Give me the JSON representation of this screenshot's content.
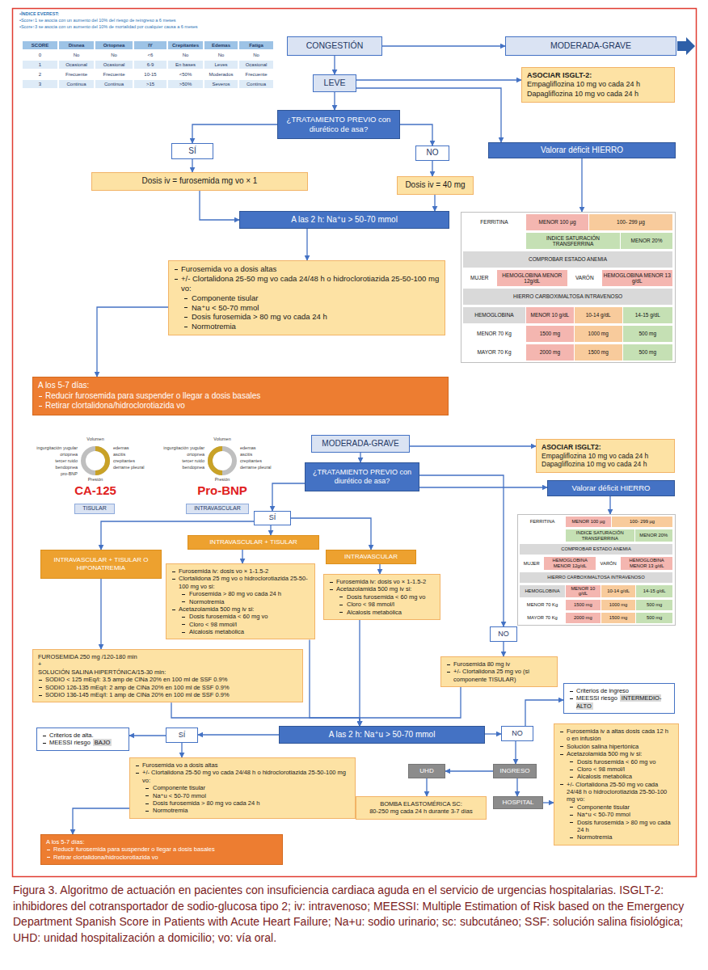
{
  "diagram": {
    "caption": "Figura 3. Algoritmo de actuación en pacientes con insuficiencia cardiaca aguda en el servicio de urgencias hospitalarias. ISGLT-2: inhibidores del cotransportador de sodio-glucosa tipo 2; iv: intravenoso; MEESSI: Multiple Estimation of Risk based on the Emergency Department Spanish Score in Patients with Acute Heart Failure; Na+u: sodio urinario; sc: subcutáneo; SSF: solución salina fisiológica; UHD: unidad hospitalización a domicilio; vo: vía oral.",
    "nodes": [
      {
        "text": [
          "CONGESTIÓN"
        ]
      },
      {
        "text": [
          "MODERADA-GRAVE"
        ]
      },
      {
        "text": [
          "LEVE"
        ]
      },
      {
        "text": [
          "ASOCIAR ISGLT-2:",
          "Empagliflozina 10 mg vo cada 24 h",
          "Dapagliflozina 10 mg vo cada 24 h"
        ]
      },
      {
        "text": [
          "¿TRATAMIENTO PREVIO con diurético de asa?"
        ]
      },
      {
        "text": [
          "SÍ"
        ]
      },
      {
        "text": [
          "NO"
        ]
      },
      {
        "text": [
          "Valorar déficit HIERRO"
        ]
      },
      {
        "text": [
          "Dosis iv = furosemida mg vo × 1"
        ]
      },
      {
        "text": [
          "Dosis iv = 40 mg"
        ]
      },
      {
        "text": [
          "FERRITINA",
          "MENOR 100 µg",
          "100- 299 µg",
          "INDICE SATURACIÓN TRANSFERRINA",
          "MENOR 20%",
          "COMPROBAR ESTADO ANEMIA",
          "MUJER",
          "HEMOGLOBINA MENOR 12g/dL",
          "VARÓN",
          "HEMOGLOBINA MENOR 13 g/dL",
          "HIERRO CARBOXIMALTOSA INTRAVENOSO",
          "HEMOGLOBINA",
          "MENOR 10 g/dL",
          "10-14 g/dL",
          "14-15 g/dL",
          "MENOR 70 Kg",
          "1500 mg",
          "1000 mg",
          "500 mg",
          "MAYOR 70 Kg",
          "2000 mg",
          "1500 mg",
          "500 mg"
        ]
      },
      {
        "text": [
          "A las 2 h: Na⁺u > 50-70 mmol"
        ]
      },
      {
        "text": [
          "Furosemida vo a dosis altas",
          "+/- Clortalidona 25-50 mg vo cada 24/48 h o hidroclorotiazida 25-50-100 mg vo:",
          "Componente tisular",
          "Na⁺u < 50-70 mmol",
          "Dosis furosemida > 80 mg vo cada 24 h",
          "Normotremia"
        ]
      },
      {
        "text": [
          "A los 5-7 días:",
          "Reducir furosemida para suspender o llegar a dosis basales",
          "Retirar clortalidona/hidroclorotiazida vo"
        ]
      },
      {
        "text": [
          "MODERADA-GRAVE"
        ]
      },
      {
        "text": [
          "ASOCIAR ISGLT2:",
          "Empagliflozina 10 mg vo cada 24 h",
          "Dapagliflozina 10 mg vo cada 24 h"
        ]
      },
      {
        "text": [
          "TISULAR"
        ]
      },
      {
        "text": [
          "INTRAVASCULAR"
        ]
      },
      {
        "text": [
          "¿TRATAMIENTO PREVIO con diurético de asa?"
        ]
      },
      {
        "text": [
          "Valorar déficit HIERRO"
        ]
      },
      {
        "text": [
          "FERRITINA",
          "MENOR 100 µg",
          "100- 299 µg",
          "INDICE SATURACIÓN TRANSFERRINA",
          "MENOR 20%",
          "COMPROBAR ESTADO ANEMIA",
          "MUJER",
          "HEMOGLOBINA MENOR 12g/dL",
          "VARÓN",
          "HEMOGLOBINA MENOR 13 g/dL",
          "HIERRO CARBOXIMALTOSA INTRAVENOSO",
          "HEMOGLOBINA",
          "MENOR 10 g/dL",
          "10-14 g/dL",
          "14-15 g/dL",
          "MENOR 70 Kg",
          "1500 mg",
          "1000 mg",
          "500 mg",
          "MAYOR 70 Kg",
          "2000 mg",
          "1500 mg",
          "500 mg"
        ]
      },
      {
        "text": [
          "SÍ"
        ]
      },
      {
        "text": [
          "INTRAVASCULAR + TISULAR"
        ]
      },
      {
        "text": [
          "INTRAVASCULAR + TISULAR O HIPONATREMIA"
        ]
      },
      {
        "text": [
          "INTRAVASCULAR"
        ]
      },
      {
        "text": [
          "Furosemida iv: dosis vo × 1-1.5-2",
          "Clortalidona 25 mg vo o hidroclorotiazida 25-50-100 mg vo si:",
          "Furosemida > 80 mg vo cada 24 h",
          "Normotremia",
          "Acetazolamida 500 mg iv si:",
          "Dosis furosemida < 60 mg vo",
          "Cloro < 98 mmol/l",
          "Alcalosis metabólica"
        ]
      },
      {
        "text": [
          "Furosemida iv: dosis vo × 1-1.5-2",
          "Acetazolamida 500 mg iv si:",
          "Dosis furosemida < 60 mg vo",
          "Cloro < 98 mmol/l",
          "Alcalosis metabólica"
        ]
      },
      {
        "text": [
          "NO"
        ]
      },
      {
        "text": [
          "FUROSEMIDA 250 mg /120-180 min",
          "+",
          "SOLUCIÓN SALINA HIPERTÓNICA/15-30 min:",
          "SODIO < 125 mEq/l: 3.5 amp de ClNa 20% en 100 ml de SSF 0.9%",
          "SODIO 126-135 mEq/l: 2 amp de ClNa 20% en 100 ml de SSF 0.9%",
          "SODIO 136-145 mEq/l: 1 amp de ClNa 20% en 100 ml de SSF 0.9%"
        ]
      },
      {
        "text": [
          "Furosemida 80 mg iv",
          "+/- Clortalidona 25 mg vo (si componente TISULAR)"
        ]
      },
      {
        "text": [
          "Criterios de ingreso",
          "MEESSI riesgo",
          "INTERMEDIO-ALTO"
        ]
      },
      {
        "text": [
          "A las 2 h: Na⁺u > 50-70 mmol"
        ]
      },
      {
        "text": [
          "Criterios de alta.",
          "MEESSI riesgo",
          "BAJO"
        ]
      },
      {
        "text": [
          "SÍ"
        ]
      },
      {
        "text": [
          "NO"
        ]
      },
      {
        "text": [
          "Furosemida vo a dosis altas",
          "+/- Clortalidona 25-50 mg vo cada 24/48 h o hidroclorotiazida 25-50-100 mg vo:",
          "Componente tisular",
          "Na⁺u < 50-70 mmol",
          "Dosis furosemida > 80 mg vo cada 24 h",
          "Normotremia"
        ]
      },
      {
        "text": [
          "UHD"
        ]
      },
      {
        "text": [
          "INGRESO"
        ]
      },
      {
        "text": [
          "Furosemida iv a altas dosis cada 12 h o en infusión",
          "Solución salina hipertónica",
          "Acetazolamida 500 mg iv si:",
          "Dosis furosemida < 60 mg vo",
          "Cloro < 98 mmol/l",
          "Alcalosis metabólica",
          "+/- Clortalidona 25-50 mg vo cada 24/48 h o hidroclorotiazida 25-50-100 mg vo:",
          "Componente tisular",
          "Na⁺u < 50-70 mmol",
          "Dosis furosemida > 80 mg vo cada 24 h",
          "Normotremia"
        ]
      },
      {
        "text": [
          "HOSPITAL"
        ]
      },
      {
        "text": [
          "BOMBA ELASTOMÉRICA SC:",
          "80-250 mg cada 24 h durante 3-7 días"
        ]
      },
      {
        "text": [
          "A los 5-7 días:",
          "Reducir furosemida para suspender o llegar a dosis basales",
          "Retirar clortalidona/hidroclorotiazida vo"
        ]
      }
    ],
    "edges": [
      {
        "from": 0,
        "to": 1,
        "arrow": "to"
      },
      {
        "from": 0,
        "to": 2,
        "arrow": "to"
      },
      {
        "from": 2,
        "to": 3,
        "arrow": "to"
      },
      {
        "from": 2,
        "to": 4,
        "arrow": "to"
      },
      {
        "from": 2,
        "to": 7,
        "arrow": "to"
      },
      {
        "from": 4,
        "to": 5,
        "arrow": "to"
      },
      {
        "from": 4,
        "to": 6,
        "arrow": "to"
      },
      {
        "from": 5,
        "to": 8,
        "arrow": "to"
      },
      {
        "from": 6,
        "to": 9,
        "arrow": "to"
      },
      {
        "from": 7,
        "to": 10,
        "arrow": "to"
      },
      {
        "from": 8,
        "to": 11,
        "arrow": "to"
      },
      {
        "from": 9,
        "to": 11,
        "arrow": "to"
      },
      {
        "from": 11,
        "to": 12,
        "arrow": "to"
      },
      {
        "from": 12,
        "to": 13,
        "arrow": "to"
      },
      {
        "from": 14,
        "to": 15,
        "arrow": "to"
      },
      {
        "from": 14,
        "to": 18,
        "arrow": "to"
      },
      {
        "from": 18,
        "to": 19,
        "arrow": "to"
      },
      {
        "from": 18,
        "to": 27,
        "arrow": "to"
      },
      {
        "from": 19,
        "to": 20,
        "arrow": "to"
      },
      {
        "from": 18,
        "to": 21,
        "arrow": "to"
      },
      {
        "from": 21,
        "to": 23,
        "arrow": "to"
      },
      {
        "from": 21,
        "to": 22,
        "arrow": "to"
      },
      {
        "from": 21,
        "to": 24,
        "arrow": "to"
      },
      {
        "from": 22,
        "to": 25,
        "arrow": "to"
      },
      {
        "from": 24,
        "to": 26,
        "arrow": "to"
      },
      {
        "from": 23,
        "to": 28,
        "arrow": "to"
      },
      {
        "from": 27,
        "to": 29,
        "arrow": "to"
      },
      {
        "from": 28,
        "to": 31,
        "arrow": "to"
      },
      {
        "from": 25,
        "to": 31,
        "arrow": "to"
      },
      {
        "from": 26,
        "to": 31,
        "arrow": "to"
      },
      {
        "from": 29,
        "to": 31,
        "arrow": "to"
      },
      {
        "from": 31,
        "to": 33,
        "arrow": "to"
      },
      {
        "from": 31,
        "to": 34,
        "arrow": "to"
      },
      {
        "from": 33,
        "to": 32,
        "arrow": "to"
      },
      {
        "from": 33,
        "to": 35,
        "arrow": "to"
      },
      {
        "from": 34,
        "to": 30,
        "arrow": "to"
      },
      {
        "from": 34,
        "to": 37,
        "arrow": "to"
      },
      {
        "from": 37,
        "to": 36,
        "arrow": "to"
      },
      {
        "from": 37,
        "to": 39,
        "arrow": "to"
      },
      {
        "from": 39,
        "to": 38,
        "arrow": "to"
      },
      {
        "from": 36,
        "to": 40,
        "arrow": "to"
      },
      {
        "from": 35,
        "to": 41,
        "arrow": "to"
      }
    ],
    "labels": [
      "•ÍNDICE EVEREST:",
      "•Score↑1 se asocia con un aumento del 10% del riesgo de reingreso a 6 meses",
      "•Score↑3 se asocia con un aumento del 10% de mortalidad por cualquier causa a 6 meses",
      "SCORE",
      "Disnea",
      "Ortopnea",
      "IY",
      "Crepitantes",
      "Edemas",
      "Fatiga",
      "0",
      "No",
      "No",
      "<6",
      "No",
      "No",
      "No",
      "1",
      "Ocasional",
      "Ocasional",
      "6-9",
      "En bases",
      "Leves",
      "Ocasional",
      "2",
      "Frecuente",
      "Frecuente",
      "10-15",
      "<50%",
      "Moderados",
      "Frecuente",
      "3",
      "Continua",
      "Continua",
      ">15",
      ">50%",
      "Severos",
      "Continua",
      "Volumen",
      "ingurgitación yugular",
      "ortopnea",
      "tercer ruido",
      "bendopnea",
      "pro-BNP",
      "edemas",
      "ascitis",
      "crepitantes",
      "derrame pleural",
      "Presión",
      "CA-125",
      "Volumen",
      "ingurgitación yugular",
      "ortopnea",
      "tercer ruido",
      "bendopnea",
      "edemas",
      "ascitis",
      "crepitantes",
      "derrame pleural",
      "Presión",
      "Pro-BNP"
    ]
  }
}
